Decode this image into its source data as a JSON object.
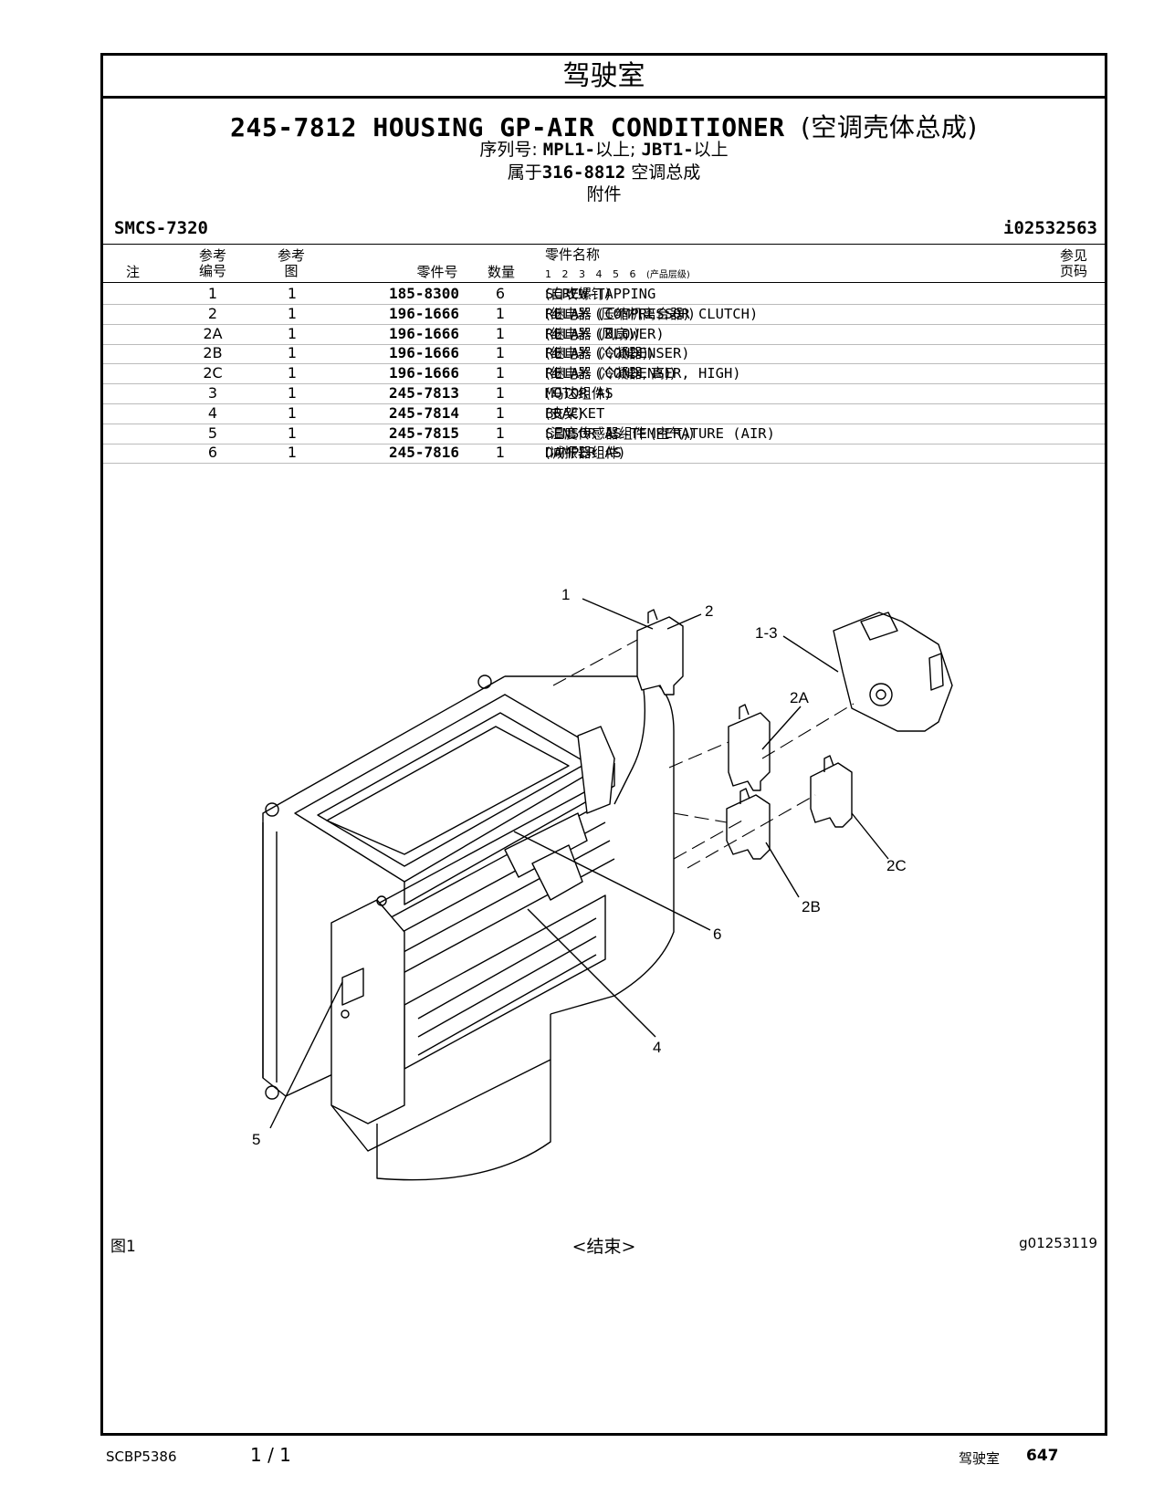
{
  "page": {
    "section_title": "驾驶室",
    "title_code": "245-7812",
    "title_name": "HOUSING GP-AIR CONDITIONER",
    "title_cn": "(空调壳体总成)",
    "serial_prefix": "序列号:",
    "serial_1": "MPL1-",
    "serial_1_cn": "以上;",
    "serial_2": "JBT1-",
    "serial_2_cn": "以上",
    "belongs_prefix": "属于",
    "belongs_code": "316-8812",
    "belongs_cn": "空调总成",
    "attachment": "附件",
    "smcs": "SMCS-7320",
    "doc_id": "i02532563"
  },
  "table": {
    "headers": {
      "note": "注",
      "ref_1": "参考",
      "ref_2": "编号",
      "fig_1": "参考",
      "fig_2": "图",
      "part_no": "零件号",
      "qty": "数量",
      "name": "零件名称",
      "levels": "1 2 3 4 5 6",
      "levels_cn": "(产品层级)",
      "see_1": "参见",
      "see_2": "页码"
    },
    "rows": [
      {
        "ref": "1",
        "fig": "1",
        "part_no": "185-8300",
        "qty": "6",
        "name": "SCREW-TAPPING",
        "name_cn": "(自攻螺钉)"
      },
      {
        "ref": "2",
        "fig": "1",
        "part_no": "196-1666",
        "qty": "1",
        "name": "RELAY (COMPRESSOR CLUTCH)",
        "name_cn": "(继电器 (压缩机离合器))"
      },
      {
        "ref": "2A",
        "fig": "1",
        "part_no": "196-1666",
        "qty": "1",
        "name": "RELAY (BLOWER)",
        "name_cn": "(继电器 (风扇))"
      },
      {
        "ref": "2B",
        "fig": "1",
        "part_no": "196-1666",
        "qty": "1",
        "name": "RELAY (CONDENSER)",
        "name_cn": "(继电器 (冷凝器))"
      },
      {
        "ref": "2C",
        "fig": "1",
        "part_no": "196-1666",
        "qty": "1",
        "name": "RELAY (CONDENSER, HIGH)",
        "name_cn": "(继电器 (冷凝器, 高))"
      },
      {
        "ref": "3",
        "fig": "1",
        "part_no": "245-7813",
        "qty": "1",
        "name": "MOTOR AS",
        "name_cn": "(马达组件)"
      },
      {
        "ref": "4",
        "fig": "1",
        "part_no": "245-7814",
        "qty": "1",
        "name": "BRACKET",
        "name_cn": "(支架)"
      },
      {
        "ref": "5",
        "fig": "1",
        "part_no": "245-7815",
        "qty": "1",
        "name": "SENSOR AS-TEMPERATURE (AIR)",
        "name_cn": "(温度传感器组件 (空气))"
      },
      {
        "ref": "6",
        "fig": "1",
        "part_no": "245-7816",
        "qty": "1",
        "name": "DAMPER AS",
        "name_cn": "(减振器组件)"
      }
    ]
  },
  "diagram": {
    "callouts": {
      "c1": "1",
      "c2": "2",
      "c13": "1-3",
      "c2a": "2A",
      "c2b": "2B",
      "c2c": "2C",
      "c6": "6",
      "c4": "4",
      "c5": "5"
    }
  },
  "figure": {
    "fig_label": "图1",
    "end_label": "<结束>",
    "graphic_id": "g01253119"
  },
  "footer": {
    "doc_code": "SCBP5386",
    "page_fraction": "1 / 1",
    "section": "驾驶室",
    "page_number": "647"
  }
}
